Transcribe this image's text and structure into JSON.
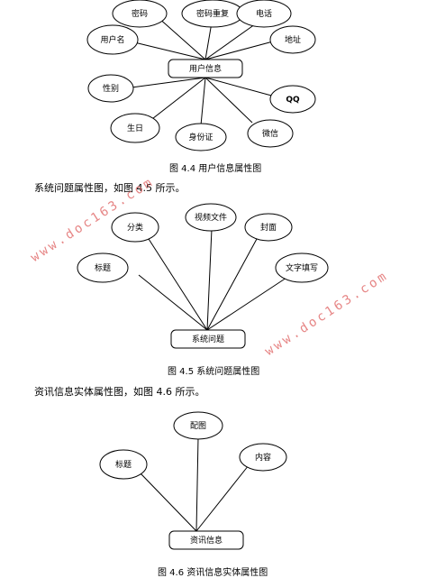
{
  "figure_4_4": {
    "center": "用户信息",
    "nodes": [
      "密码",
      "密码重复",
      "电话",
      "用户名",
      "地址",
      "性别",
      "QQ",
      "生日",
      "身份证",
      "微信"
    ],
    "caption": "图 4.4 用户信息属性图"
  },
  "para_1": "系统问题属性图，如图 4.5 所示。",
  "figure_4_5": {
    "center": "系统问题",
    "nodes": [
      "分类",
      "视频文件",
      "封面",
      "标题",
      "文字填写"
    ],
    "caption": "图 4.5 系统问题属性图"
  },
  "para_2": "资讯信息实体属性图，如图 4.6 所示。",
  "figure_4_6": {
    "center": "资讯信息",
    "nodes": [
      "配图",
      "标题",
      "内容"
    ],
    "caption": "图 4.6 资讯信息实体属性图"
  },
  "watermark_1": "www.doc163.com",
  "watermark_2": "www.doc163.com"
}
